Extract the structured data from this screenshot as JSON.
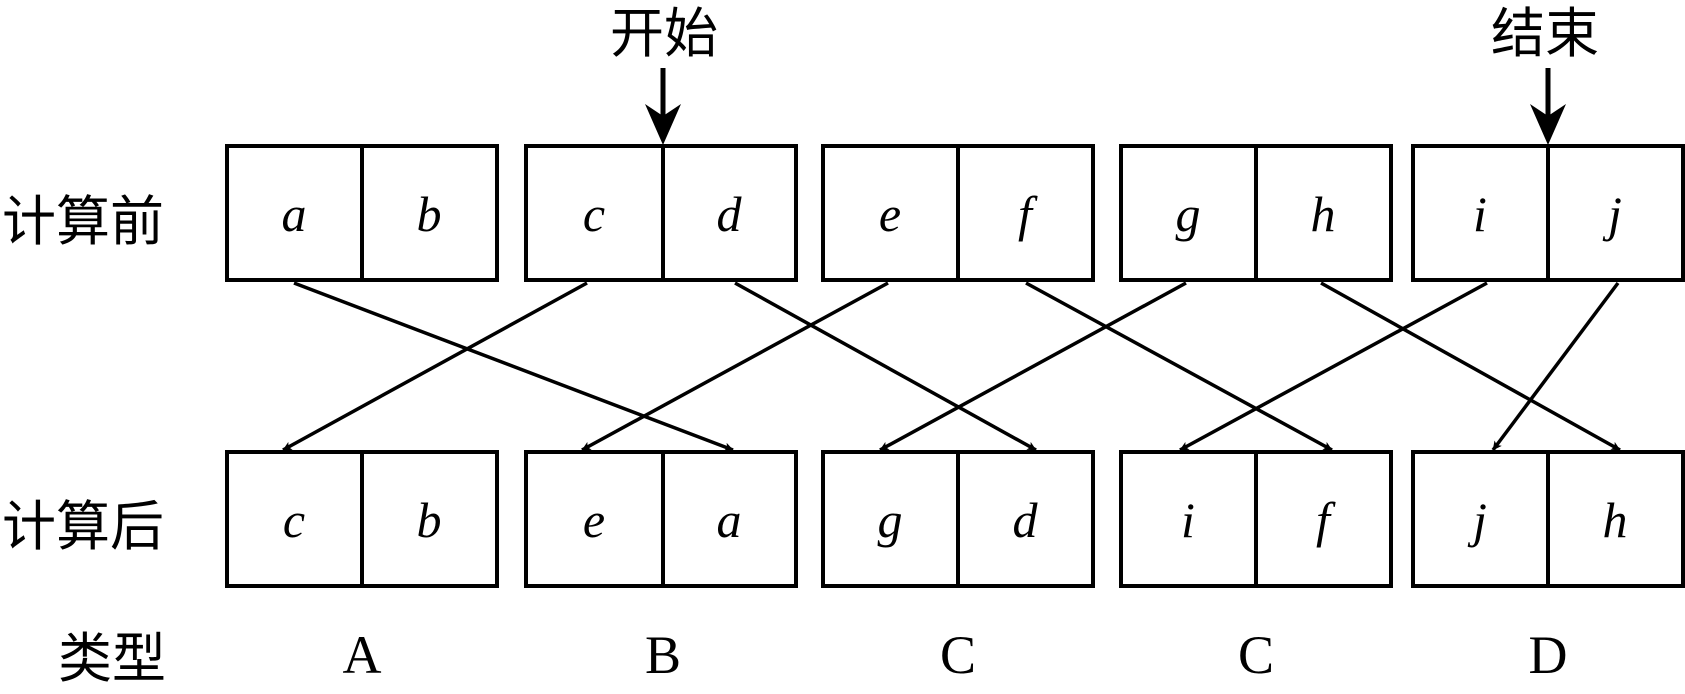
{
  "labels": {
    "start": "开始",
    "end": "结束",
    "before": "计算前",
    "after": "计算后",
    "type": "类型"
  },
  "before_pairs": [
    [
      "a",
      "b"
    ],
    [
      "c",
      "d"
    ],
    [
      "e",
      "f"
    ],
    [
      "g",
      "h"
    ],
    [
      "i",
      "j"
    ]
  ],
  "after_pairs": [
    [
      "c",
      "b"
    ],
    [
      "e",
      "a"
    ],
    [
      "g",
      "d"
    ],
    [
      "i",
      "f"
    ],
    [
      "j",
      "h"
    ]
  ],
  "types": [
    "A",
    "B",
    "C",
    "C",
    "D"
  ],
  "colors": {
    "stroke": "#000000",
    "background": "#ffffff"
  }
}
